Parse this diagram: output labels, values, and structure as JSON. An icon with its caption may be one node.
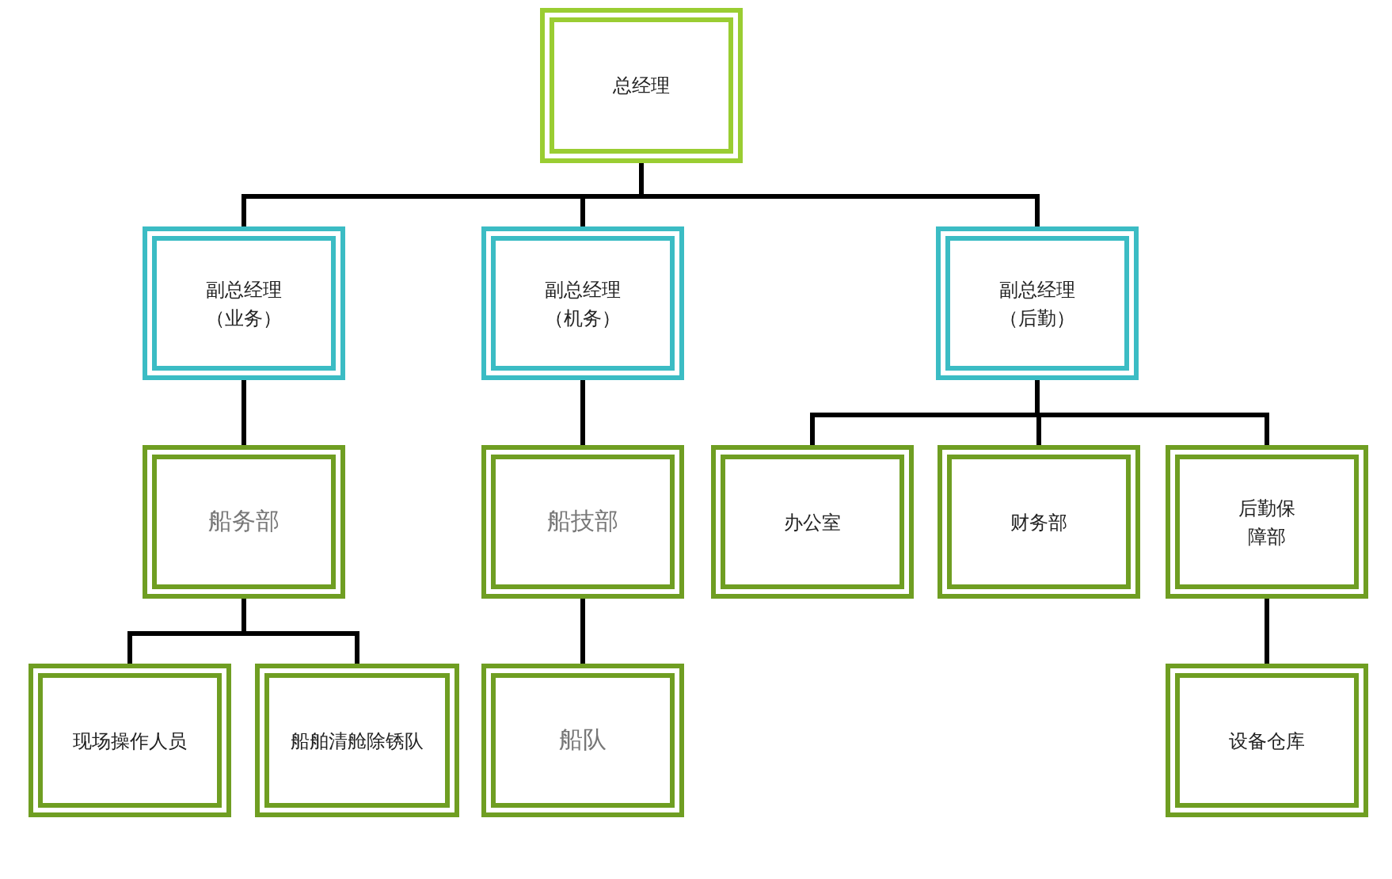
{
  "diagram": {
    "nodes": [
      {
        "text": [
          "总经理"
        ]
      },
      {
        "text": [
          "副总经理（业务）"
        ]
      },
      {
        "text": [
          "副总经理（机务）"
        ]
      },
      {
        "text": [
          "副总经理（后勤）"
        ]
      },
      {
        "text": [
          "船务部"
        ]
      },
      {
        "text": [
          "船技部"
        ]
      },
      {
        "text": [
          "办公室"
        ]
      },
      {
        "text": [
          "财务部"
        ]
      },
      {
        "text": [
          "后勤保障部"
        ]
      },
      {
        "text": [
          "现场操作人员"
        ]
      },
      {
        "text": [
          "船舶清舱除锈队"
        ]
      },
      {
        "text": [
          "船队"
        ]
      },
      {
        "text": [
          "设备仓库"
        ]
      }
    ],
    "edges": [
      {
        "from": 0,
        "to": 1,
        "arrow": "none"
      },
      {
        "from": 0,
        "to": 2,
        "arrow": "none"
      },
      {
        "from": 0,
        "to": 3,
        "arrow": "none"
      },
      {
        "from": 1,
        "to": 4,
        "arrow": "none"
      },
      {
        "from": 2,
        "to": 5,
        "arrow": "none"
      },
      {
        "from": 3,
        "to": 6,
        "arrow": "none"
      },
      {
        "from": 3,
        "to": 7,
        "arrow": "none"
      },
      {
        "from": 3,
        "to": 8,
        "arrow": "none"
      },
      {
        "from": 4,
        "to": 9,
        "arrow": "none"
      },
      {
        "from": 4,
        "to": 10,
        "arrow": "none"
      },
      {
        "from": 5,
        "to": 11,
        "arrow": "none"
      },
      {
        "from": 8,
        "to": 12,
        "arrow": "none"
      }
    ]
  }
}
